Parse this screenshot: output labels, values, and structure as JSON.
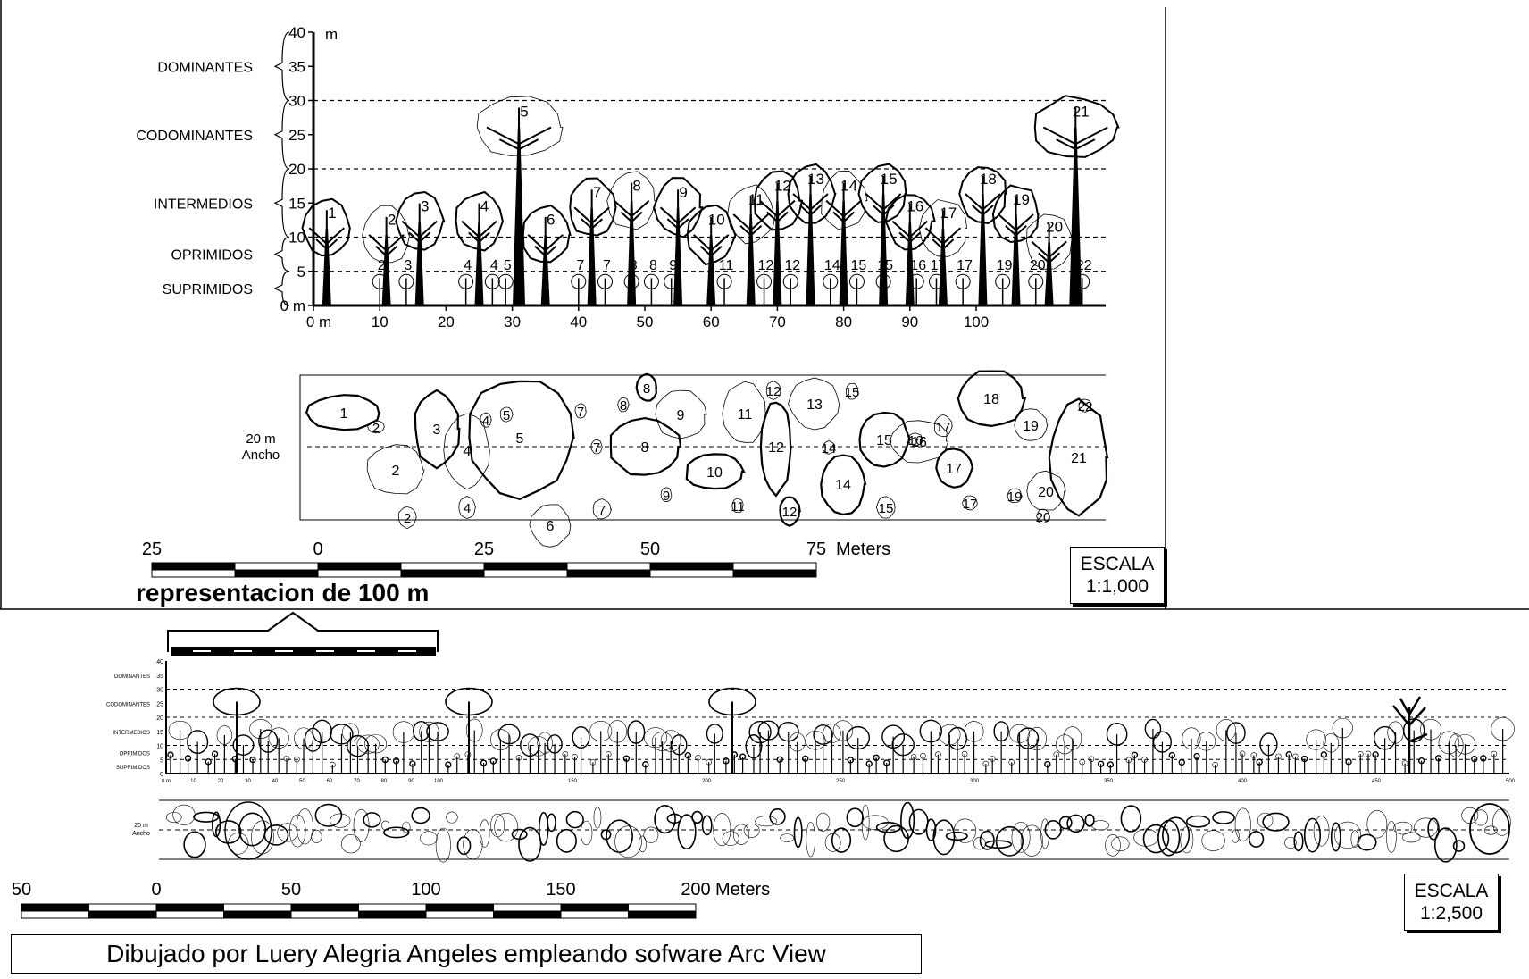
{
  "top_profile": {
    "strata": [
      "DOMINANTES",
      "CODOMINANTES",
      "INTERMEDIOS",
      "OPRIMIDOS",
      "SUPRIMIDOS"
    ],
    "y_ticks": [
      "40",
      "35",
      "30",
      "25",
      "20",
      "15",
      "10",
      "5",
      "0 m"
    ],
    "y_unit": "m",
    "x_ticks": [
      "0 m",
      "10",
      "20",
      "30",
      "40",
      "50",
      "60",
      "70",
      "80",
      "90",
      "100"
    ],
    "dashed_heights": [
      30,
      20,
      10,
      5
    ],
    "big_trees": [
      {
        "n": "1",
        "x": 2,
        "h": 15
      },
      {
        "n": "2",
        "x": 11,
        "h": 14
      },
      {
        "n": "3",
        "x": 16,
        "h": 16
      },
      {
        "n": "4",
        "x": 25,
        "h": 16
      },
      {
        "n": "5",
        "x": 31,
        "h": 30
      },
      {
        "n": "6",
        "x": 35,
        "h": 14
      },
      {
        "n": "7",
        "x": 42,
        "h": 18
      },
      {
        "n": "8",
        "x": 48,
        "h": 19
      },
      {
        "n": "9",
        "x": 55,
        "h": 18
      },
      {
        "n": "10",
        "x": 60,
        "h": 14
      },
      {
        "n": "11",
        "x": 66,
        "h": 17
      },
      {
        "n": "12",
        "x": 70,
        "h": 19
      },
      {
        "n": "13",
        "x": 75,
        "h": 20
      },
      {
        "n": "14",
        "x": 80,
        "h": 19
      },
      {
        "n": "15",
        "x": 86,
        "h": 20
      },
      {
        "n": "16",
        "x": 90,
        "h": 16
      },
      {
        "n": "17",
        "x": 95,
        "h": 15
      },
      {
        "n": "18",
        "x": 101,
        "h": 20
      },
      {
        "n": "19",
        "x": 106,
        "h": 17
      },
      {
        "n": "20",
        "x": 111,
        "h": 13
      },
      {
        "n": "21",
        "x": 115,
        "h": 30
      }
    ],
    "small_trees": [
      {
        "n": "2",
        "x": 10
      },
      {
        "n": "3",
        "x": 14
      },
      {
        "n": "4",
        "x": 23
      },
      {
        "n": "4",
        "x": 27
      },
      {
        "n": "5",
        "x": 29
      },
      {
        "n": "7",
        "x": 40
      },
      {
        "n": "7",
        "x": 44
      },
      {
        "n": "8",
        "x": 48
      },
      {
        "n": "8",
        "x": 51
      },
      {
        "n": "9",
        "x": 54
      },
      {
        "n": "11",
        "x": 62
      },
      {
        "n": "12",
        "x": 68
      },
      {
        "n": "12",
        "x": 72
      },
      {
        "n": "14",
        "x": 78
      },
      {
        "n": "15",
        "x": 82
      },
      {
        "n": "15",
        "x": 86
      },
      {
        "n": "16",
        "x": 91
      },
      {
        "n": "17",
        "x": 94
      },
      {
        "n": "17",
        "x": 98
      },
      {
        "n": "19",
        "x": 104
      },
      {
        "n": "20",
        "x": 109
      },
      {
        "n": "22",
        "x": 116
      }
    ]
  },
  "top_plan": {
    "width_label": [
      "20 m",
      "Ancho"
    ],
    "crowns": [
      {
        "n": "1"
      },
      {
        "n": "2"
      },
      {
        "n": "2"
      },
      {
        "n": "2"
      },
      {
        "n": "3"
      },
      {
        "n": "4"
      },
      {
        "n": "4"
      },
      {
        "n": "4"
      },
      {
        "n": "5"
      },
      {
        "n": "5"
      },
      {
        "n": "6"
      },
      {
        "n": "7"
      },
      {
        "n": "7"
      },
      {
        "n": "7"
      },
      {
        "n": "8"
      },
      {
        "n": "8"
      },
      {
        "n": "8"
      },
      {
        "n": "9"
      },
      {
        "n": "9"
      },
      {
        "n": "10"
      },
      {
        "n": "11"
      },
      {
        "n": "11"
      },
      {
        "n": "12"
      },
      {
        "n": "12"
      },
      {
        "n": "12"
      },
      {
        "n": "13"
      },
      {
        "n": "14"
      },
      {
        "n": "14"
      },
      {
        "n": "15"
      },
      {
        "n": "15"
      },
      {
        "n": "15"
      },
      {
        "n": "16"
      },
      {
        "n": "16"
      },
      {
        "n": "17"
      },
      {
        "n": "17"
      },
      {
        "n": "17"
      },
      {
        "n": "18"
      },
      {
        "n": "19"
      },
      {
        "n": "19"
      },
      {
        "n": "20"
      },
      {
        "n": "20"
      },
      {
        "n": "21"
      },
      {
        "n": "22"
      }
    ]
  },
  "top_scale": {
    "labels": [
      "25",
      "0",
      "25",
      "50",
      "75"
    ],
    "unit": "Meters",
    "caption": "representacion de 100 m",
    "escala_title": "ESCALA",
    "escala_value": "1:1,000"
  },
  "bottom_profile": {
    "strata": [
      "DOMINANTES",
      "CODOMINANTES",
      "INTERMEDIOS",
      "OPRIMIDOS",
      "SUPRIMIDOS"
    ],
    "y_ticks": [
      "40",
      "35",
      "30",
      "25",
      "20",
      "15",
      "10",
      "5",
      "0"
    ],
    "x_ticks": [
      "0 m",
      "10",
      "20",
      "30",
      "40",
      "50",
      "60",
      "70",
      "80",
      "90",
      "100",
      "150",
      "200",
      "250",
      "300",
      "350",
      "400",
      "450",
      "500"
    ],
    "plan_label": [
      "20 m",
      "Ancho"
    ]
  },
  "bottom_scale": {
    "labels": [
      "50",
      "0",
      "50",
      "100",
      "150",
      "200"
    ],
    "unit": "Meters",
    "escala_title": "ESCALA",
    "escala_value": "1:2,500"
  },
  "credit": "Dibujado por Luery Alegria Angeles empleando sofware Arc View"
}
